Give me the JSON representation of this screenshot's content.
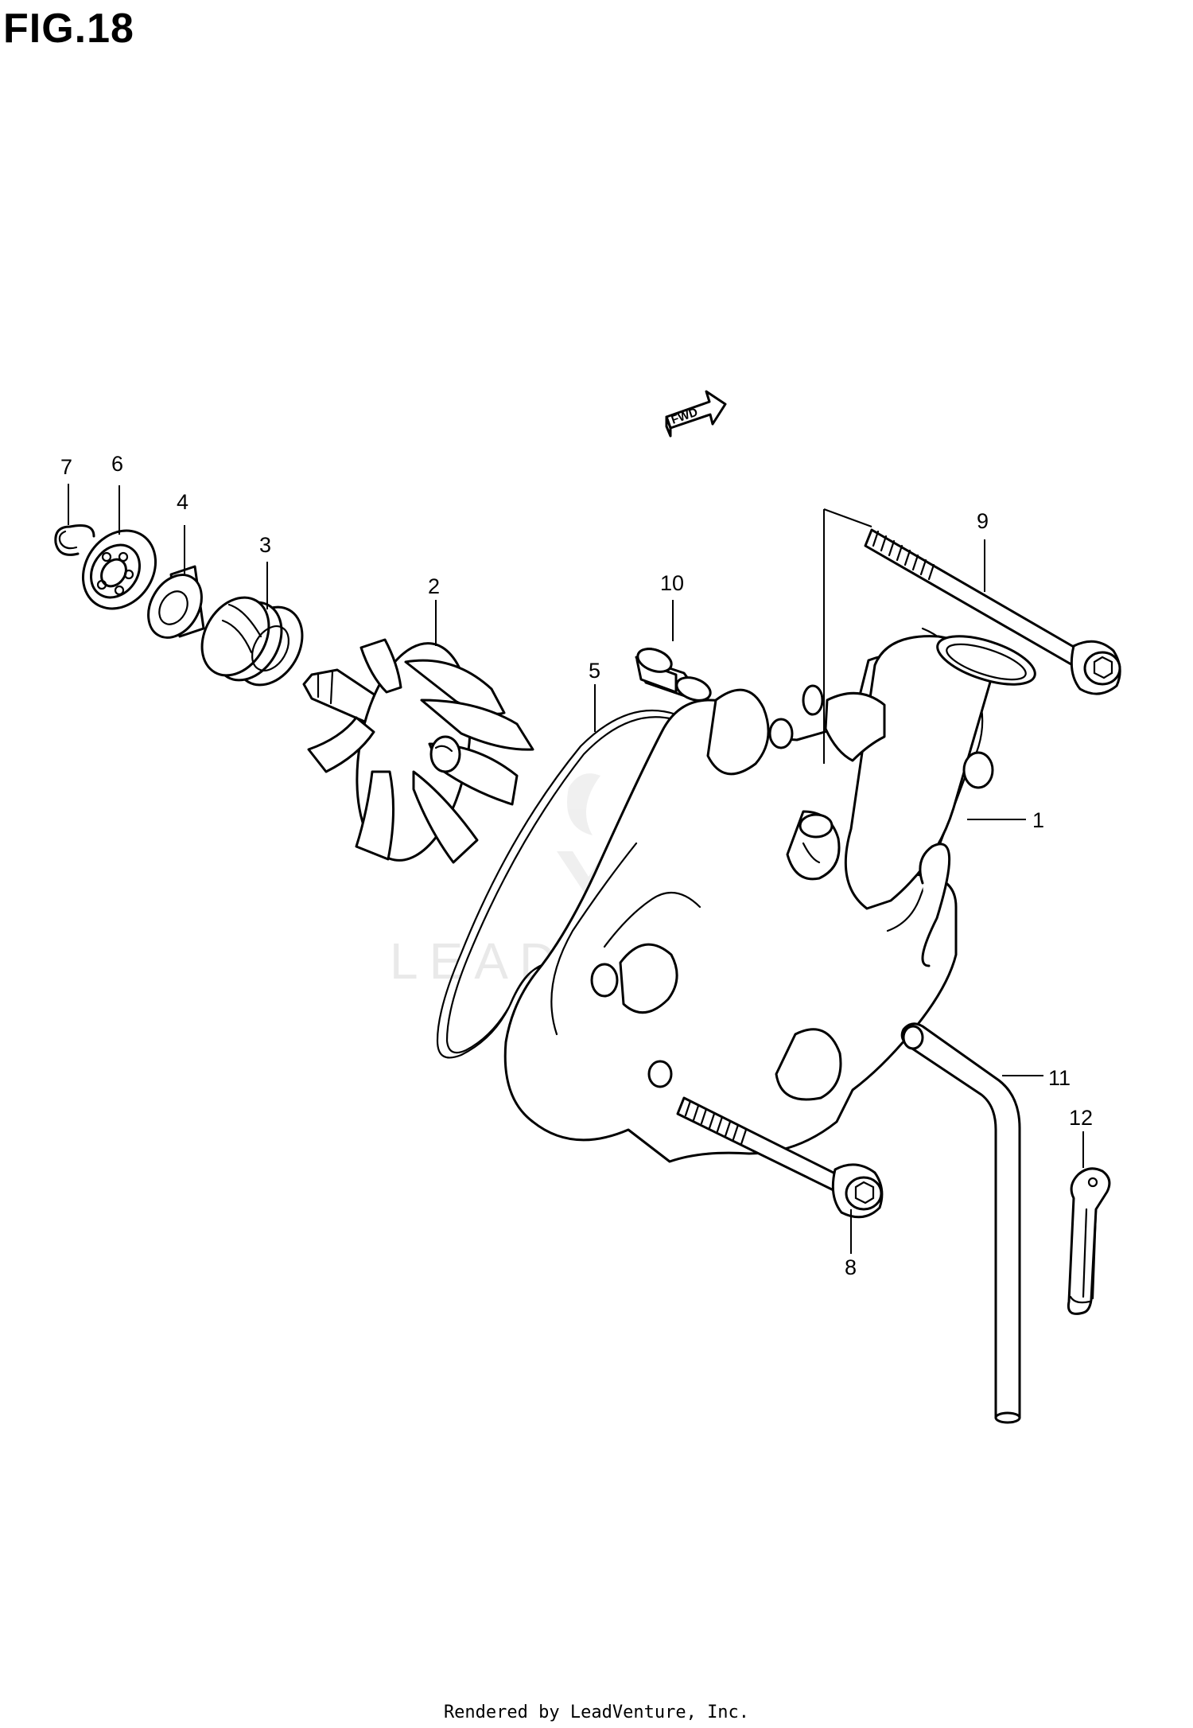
{
  "figure": {
    "title": "FIG.18"
  },
  "direction_marker": {
    "label": "FWD"
  },
  "callouts": [
    "1",
    "2",
    "3",
    "4",
    "5",
    "6",
    "7",
    "8",
    "9",
    "10",
    "11",
    "12"
  ],
  "watermark": "LEADVENTURE",
  "footer": "Rendered by LeadVenture, Inc."
}
